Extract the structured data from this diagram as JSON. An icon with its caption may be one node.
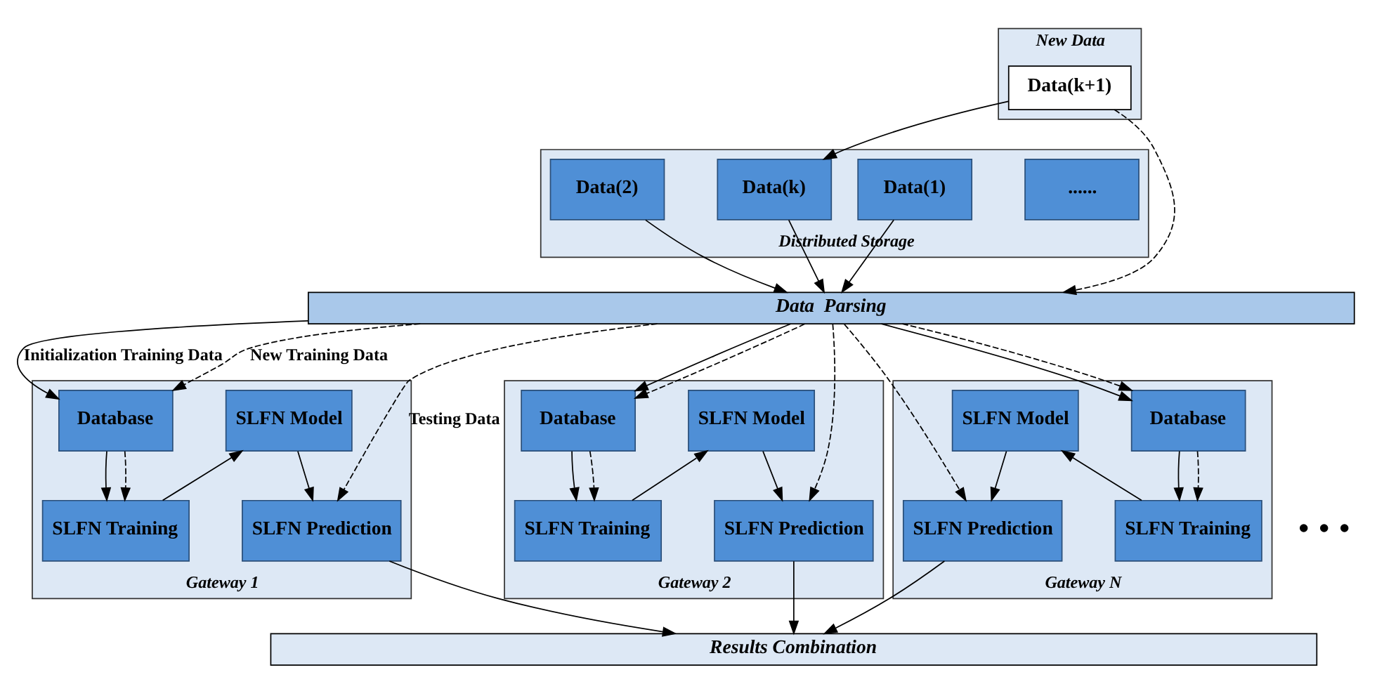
{
  "diagram": {
    "nodes": [
      {
        "text": [
          "Distributed Storage"
        ]
      },
      {
        "text": [
          "Data(1)"
        ],
        "in": 0
      },
      {
        "text": [
          "Data(2)"
        ],
        "in": 0
      },
      {
        "text": [
          "......"
        ],
        "in": 0
      },
      {
        "text": [
          "Data(k)"
        ],
        "in": 0
      },
      {
        "text": [
          "New Data"
        ]
      },
      {
        "text": [
          "Data(k+1)"
        ],
        "in": 5
      },
      {
        "text": [
          "Data  Parsing"
        ]
      },
      {
        "text": [
          "Gateway 1"
        ]
      },
      {
        "text": [
          "Database"
        ],
        "in": 8
      },
      {
        "text": [
          "SLFN Training"
        ],
        "in": 8
      },
      {
        "text": [
          "SLFN Model"
        ],
        "in": 8
      },
      {
        "text": [
          "SLFN Prediction"
        ],
        "in": 8
      },
      {
        "text": [
          "Gateway 2"
        ]
      },
      {
        "text": [
          "Database"
        ],
        "in": 13
      },
      {
        "text": [
          "SLFN Training"
        ],
        "in": 13
      },
      {
        "text": [
          "SLFN Model"
        ],
        "in": 13
      },
      {
        "text": [
          "SLFN Prediction"
        ],
        "in": 13
      },
      {
        "text": [
          "Gateway N"
        ]
      },
      {
        "text": [
          "Database"
        ],
        "in": 18
      },
      {
        "text": [
          "SLFN Training"
        ],
        "in": 18
      },
      {
        "text": [
          "SLFN Model"
        ],
        "in": 18
      },
      {
        "text": [
          "SLFN Prediction"
        ],
        "in": 18
      },
      {
        "text": [
          "Results Combination"
        ]
      }
    ],
    "edges": [
      {
        "from": 1,
        "to": 7,
        "arrow": "to"
      },
      {
        "from": 2,
        "to": 7,
        "arrow": "to"
      },
      {
        "from": 4,
        "to": 7,
        "arrow": "to"
      },
      {
        "from": 6,
        "to": 4,
        "arrow": "to"
      },
      {
        "from": 6,
        "to": 7,
        "arrow": "to",
        "style": "dashed"
      },
      {
        "from": 7,
        "to": 9,
        "arrow": "to",
        "label": "Initialization Training Data"
      },
      {
        "from": 7,
        "to": 14,
        "arrow": "to"
      },
      {
        "from": 7,
        "to": 19,
        "arrow": "to"
      },
      {
        "from": 7,
        "to": 12,
        "arrow": "to",
        "style": "dashed",
        "label": "Testing Data"
      },
      {
        "from": 7,
        "to": 17,
        "arrow": "to",
        "style": "dashed"
      },
      {
        "from": 7,
        "to": 22,
        "arrow": "to",
        "style": "dashed"
      },
      {
        "from": 7,
        "to": 9,
        "arrow": "to",
        "style": "dashed",
        "label": "New Training Data"
      },
      {
        "from": 7,
        "to": 14,
        "arrow": "to",
        "style": "dashed"
      },
      {
        "from": 7,
        "to": 19,
        "arrow": "to",
        "style": "dashed"
      },
      {
        "from": 9,
        "to": 10,
        "arrow": "to"
      },
      {
        "from": 9,
        "to": 10,
        "arrow": "to",
        "style": "dashed"
      },
      {
        "from": 10,
        "to": 11,
        "arrow": "to"
      },
      {
        "from": 11,
        "to": 12,
        "arrow": "to"
      },
      {
        "from": 14,
        "to": 15,
        "arrow": "to"
      },
      {
        "from": 14,
        "to": 15,
        "arrow": "to",
        "style": "dashed"
      },
      {
        "from": 15,
        "to": 16,
        "arrow": "to"
      },
      {
        "from": 16,
        "to": 17,
        "arrow": "to"
      },
      {
        "from": 19,
        "to": 20,
        "arrow": "to"
      },
      {
        "from": 19,
        "to": 20,
        "arrow": "to",
        "style": "dashed"
      },
      {
        "from": 20,
        "to": 21,
        "arrow": "to"
      },
      {
        "from": 21,
        "to": 22,
        "arrow": "to"
      },
      {
        "from": 12,
        "to": 23,
        "arrow": "to"
      },
      {
        "from": 17,
        "to": 23,
        "arrow": "to"
      },
      {
        "from": 22,
        "to": 23,
        "arrow": "to"
      }
    ],
    "labels": [
      "• • •"
    ]
  }
}
